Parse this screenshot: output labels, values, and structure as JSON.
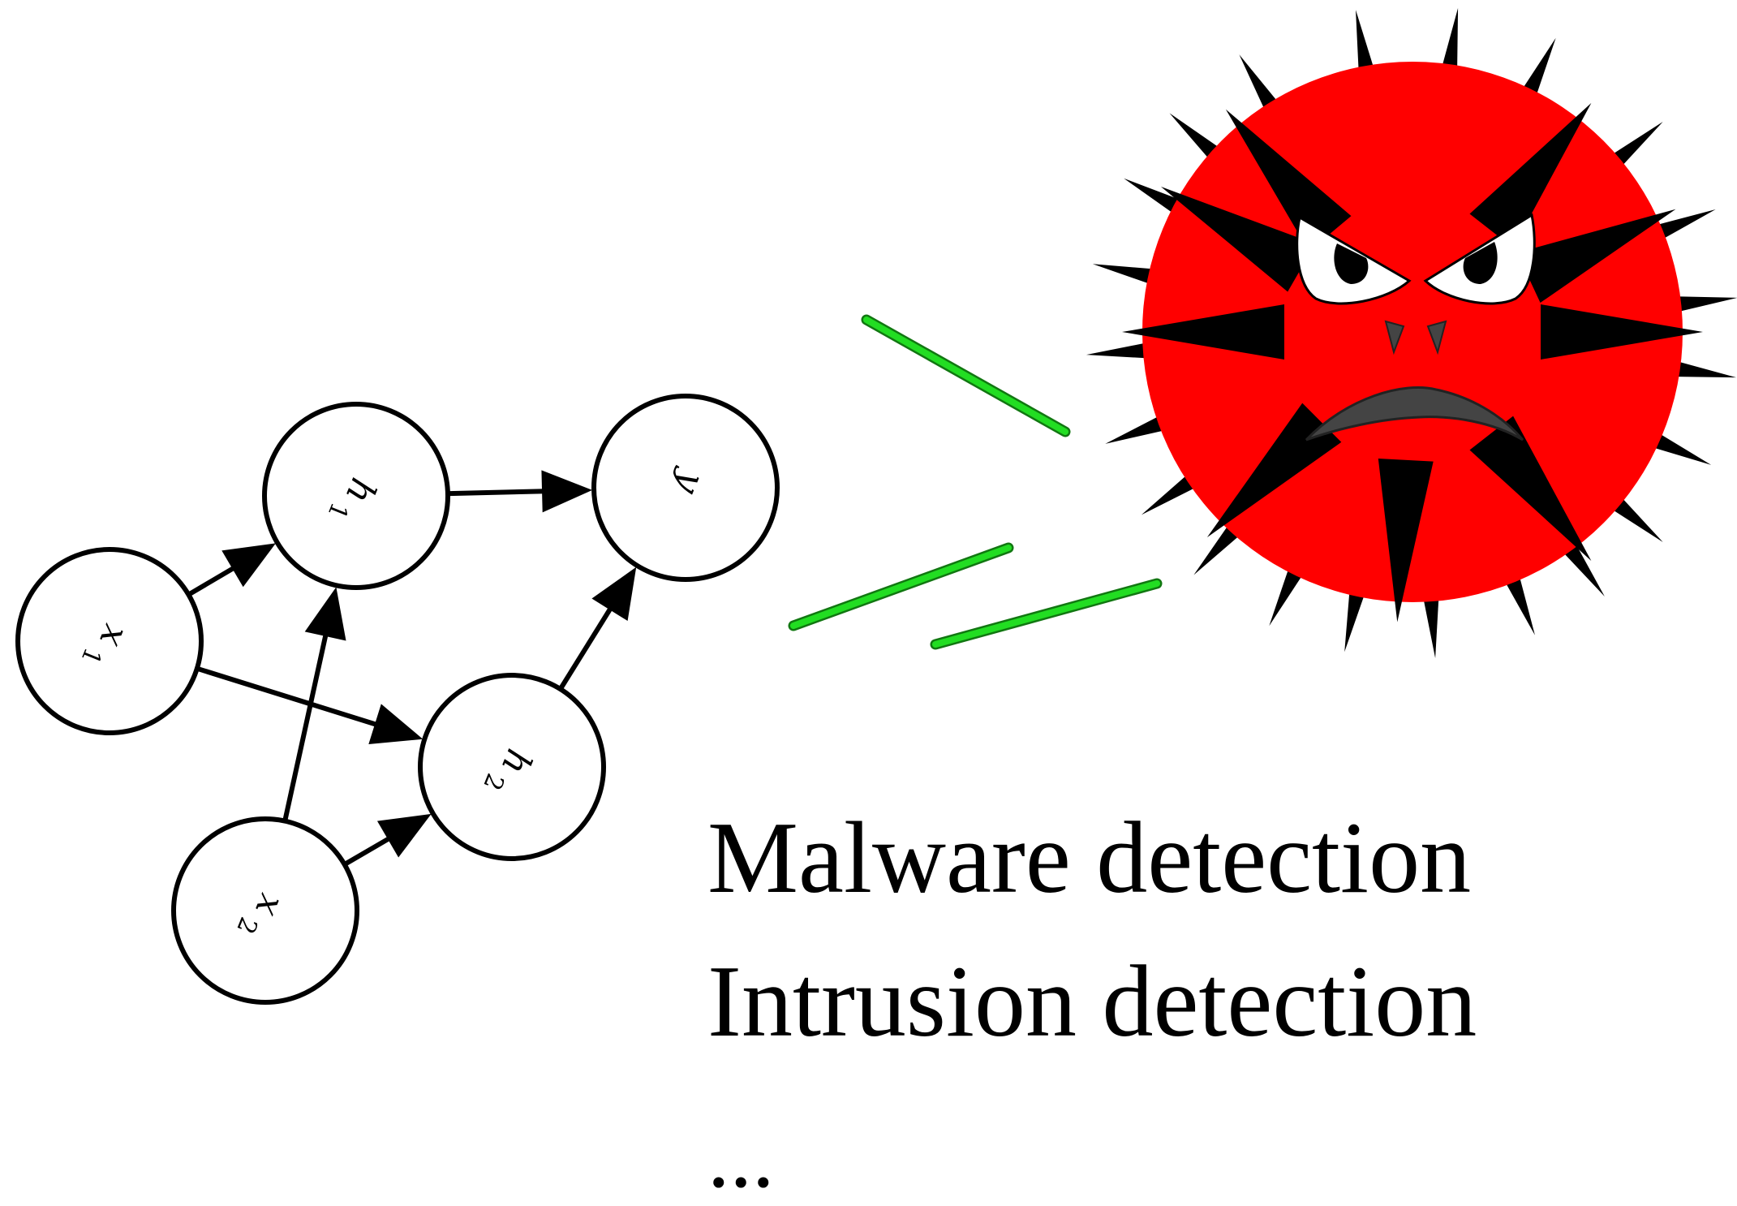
{
  "diagram": {
    "nodes": [
      {
        "id": "x1",
        "base": "x",
        "sub": "1"
      },
      {
        "id": "x2",
        "base": "x",
        "sub": "2"
      },
      {
        "id": "h1",
        "base": "h",
        "sub": "1"
      },
      {
        "id": "h2",
        "base": "h",
        "sub": "2"
      },
      {
        "id": "y",
        "base": "y",
        "sub": ""
      }
    ],
    "edges": [
      {
        "from": "x1",
        "to": "h1"
      },
      {
        "from": "x1",
        "to": "h2"
      },
      {
        "from": "x2",
        "to": "h1"
      },
      {
        "from": "x2",
        "to": "h2"
      },
      {
        "from": "h1",
        "to": "y"
      },
      {
        "from": "h2",
        "to": "y"
      }
    ]
  },
  "virus_icon": {
    "icon": "angry-virus-icon",
    "body_color": "#ff0000",
    "spike_color": "#000000",
    "streak_color": "#22dd22"
  },
  "captions": {
    "line1": "Malware detection",
    "line2": "Intrusion detection",
    "line3": "..."
  }
}
